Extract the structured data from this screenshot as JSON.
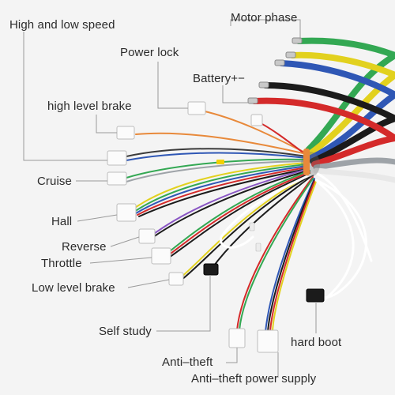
{
  "labels": {
    "high_low_speed": "High and low speed",
    "motor_phase": "Motor phase",
    "power_lock": "Power lock",
    "battery": "Battery+−",
    "high_level_brake": "high level brake",
    "cruise": "Cruise",
    "hall": "Hall",
    "reverse": "Reverse",
    "throttle": "Throttle",
    "low_level_brake": "Low level brake",
    "self_study": "Self study",
    "hard_boot": "hard boot",
    "anti_theft": "Anti–theft",
    "anti_theft_power_supply": "Anti–theft power supply"
  },
  "colors": {
    "background": "#f4f4f4",
    "leader_line": "#9a9a9a",
    "label_text": "#2b2b2b",
    "motor_phase_wires": [
      "#33a853",
      "#e2d11e",
      "#2f57b5"
    ],
    "battery_wires": [
      "#1b1b1b",
      "#d42a2a"
    ],
    "power_lock_wire": "#e8893a"
  }
}
